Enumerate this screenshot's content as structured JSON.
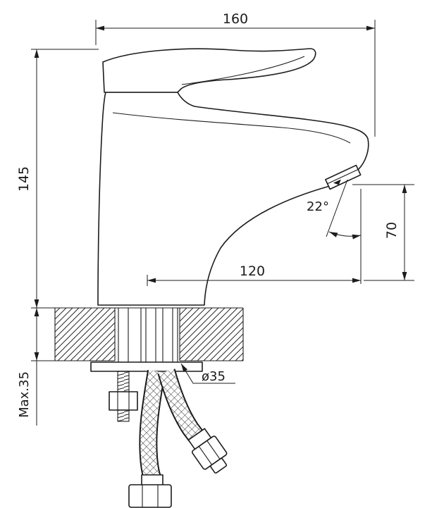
{
  "colors": {
    "line": "#1c1c1c",
    "background": "#ffffff"
  },
  "drawing": {
    "labels": {
      "overall_length": "160",
      "overall_height": "145",
      "spout_reach": "120",
      "spout_angle": "22°",
      "outlet_height": "70",
      "max_deck_thickness": "Max.35",
      "mounting_hole_diameter": "ø35"
    }
  }
}
